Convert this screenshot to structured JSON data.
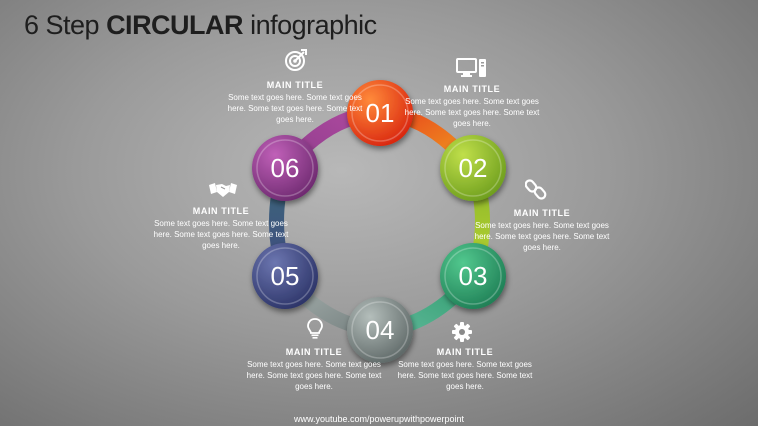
{
  "header": {
    "title_prefix": "6 Step ",
    "title_bold": "CIRCULAR",
    "title_suffix": " infographic"
  },
  "steps": [
    {
      "number": "01",
      "title": "MAIN TITLE",
      "text": "Some text goes here. Some text goes here. Some text goes here. Some text goes here.",
      "icon": "target-icon",
      "color": "#e8421c"
    },
    {
      "number": "02",
      "title": "MAIN TITLE",
      "text": "Some text goes here. Some text goes here. Some text goes here. Some text goes here.",
      "icon": "computer-icon",
      "color": "#8ab52a"
    },
    {
      "number": "03",
      "title": "MAIN TITLE",
      "text": "Some text goes here. Some text goes here. Some text goes here. Some text goes here.",
      "icon": "link-icon",
      "color": "#2f9d6e"
    },
    {
      "number": "04",
      "title": "MAIN TITLE",
      "text": "Some text goes here. Some text goes here. Some text goes here. Some text goes here.",
      "icon": "gear-icon",
      "color": "#75807f"
    },
    {
      "number": "05",
      "title": "MAIN TITLE",
      "text": "Some text goes here. Some text goes here. Some text goes here. Some text goes here.",
      "icon": "lightbulb-icon",
      "color": "#404a80"
    },
    {
      "number": "06",
      "title": "MAIN TITLE",
      "text": "Some text goes here. Some text goes here. Some text goes here. Some text goes here.",
      "icon": "handshake-icon",
      "color": "#8e3d8c"
    }
  ],
  "footer": {
    "url": "www.youtube.com/powerupwithpowerpoint"
  }
}
